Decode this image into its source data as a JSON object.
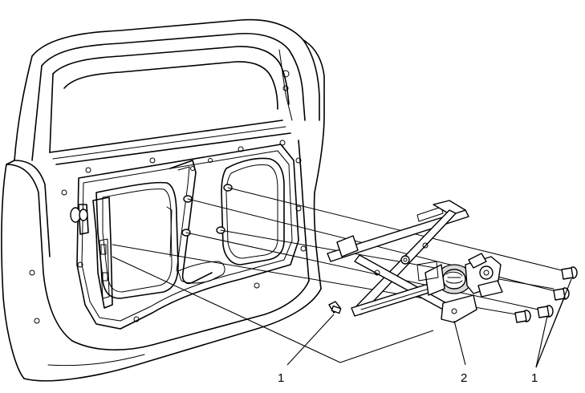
{
  "callouts": [
    {
      "id": "fastener-callout-left",
      "label": "1"
    },
    {
      "id": "regulator-callout",
      "label": "2"
    },
    {
      "id": "fastener-callout-right",
      "label": "1"
    }
  ]
}
